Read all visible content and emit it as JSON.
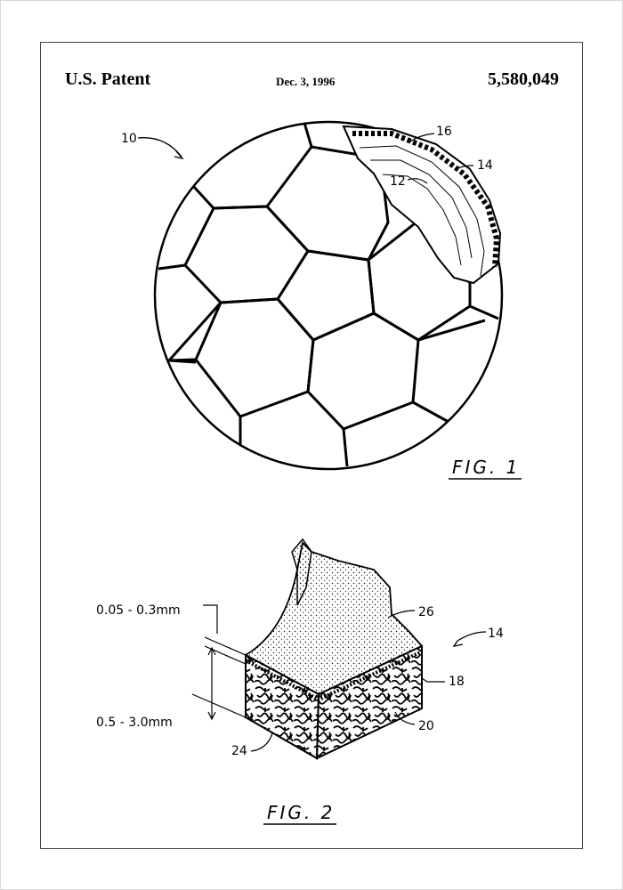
{
  "header": {
    "left": "U.S. Patent",
    "date": "Dec. 3, 1996",
    "number": "5,580,049"
  },
  "fig1": {
    "caption": "FIG. 1",
    "labels": {
      "ref10": "10",
      "ref16": "16",
      "ref14": "14",
      "ref12": "12"
    }
  },
  "fig2": {
    "caption": "FIG. 2",
    "labels": {
      "ref26": "26",
      "ref14": "14",
      "ref18": "18",
      "ref20": "20",
      "ref24": "24"
    },
    "dims": {
      "thin": "0.05 - 0.3mm",
      "thick": "0.5 - 3.0mm"
    }
  }
}
